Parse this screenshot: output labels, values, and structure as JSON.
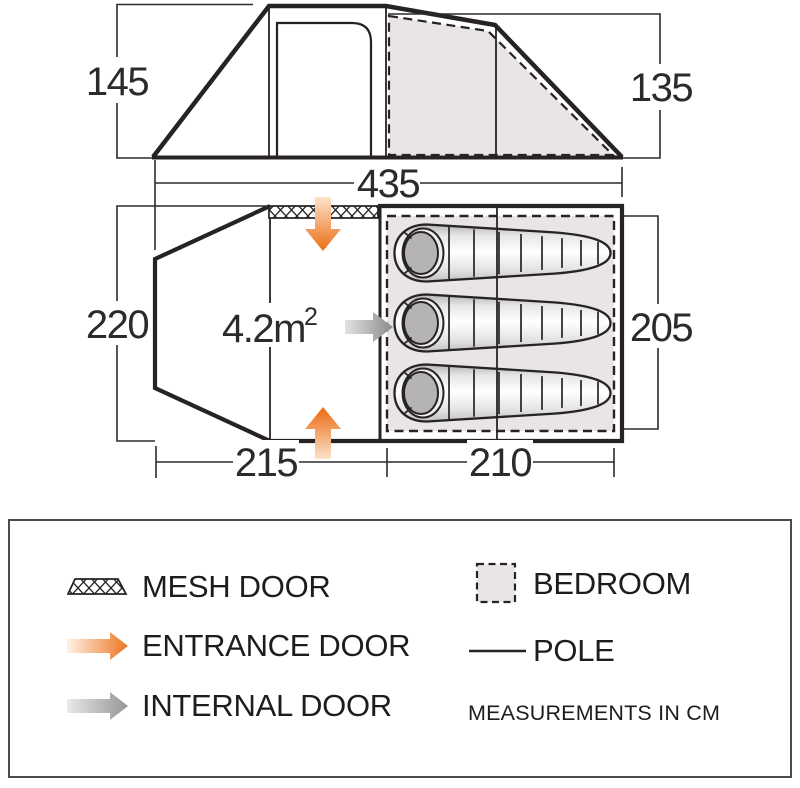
{
  "title": "Tent dimensions diagram",
  "colors": {
    "line_ink": "#272324",
    "dimension_text": "#2b2b2b",
    "bedroom_fill": "#e8e5e4",
    "entrance_arrow_orange": "#ed7523",
    "internal_arrow_gray": "#949294",
    "sleeping_bag_inner_gray": "#b5b3b4",
    "legend_border": "#4b4b4b"
  },
  "elevation": {
    "height_left_cm": "145",
    "height_right_cm": "135",
    "length_cm": "435"
  },
  "floorplan": {
    "width_cm": "220",
    "bedroom_width_cm": "205",
    "living_length_cm": "215",
    "bedroom_length_cm": "210",
    "living_area_value": "4.2m",
    "living_area_exponent": "2",
    "sleeping_bag_count": 3
  },
  "legend": {
    "items_left": [
      {
        "icon": "mesh-door-swatch",
        "label": "MESH DOOR"
      },
      {
        "icon": "entrance-door-arrow",
        "label": "ENTRANCE DOOR"
      },
      {
        "icon": "internal-door-arrow",
        "label": "INTERNAL DOOR"
      }
    ],
    "items_right": [
      {
        "icon": "bedroom-swatch",
        "label": "BEDROOM"
      },
      {
        "icon": "pole-line",
        "label": "POLE"
      }
    ],
    "note": "MEASUREMENTS IN CM"
  }
}
